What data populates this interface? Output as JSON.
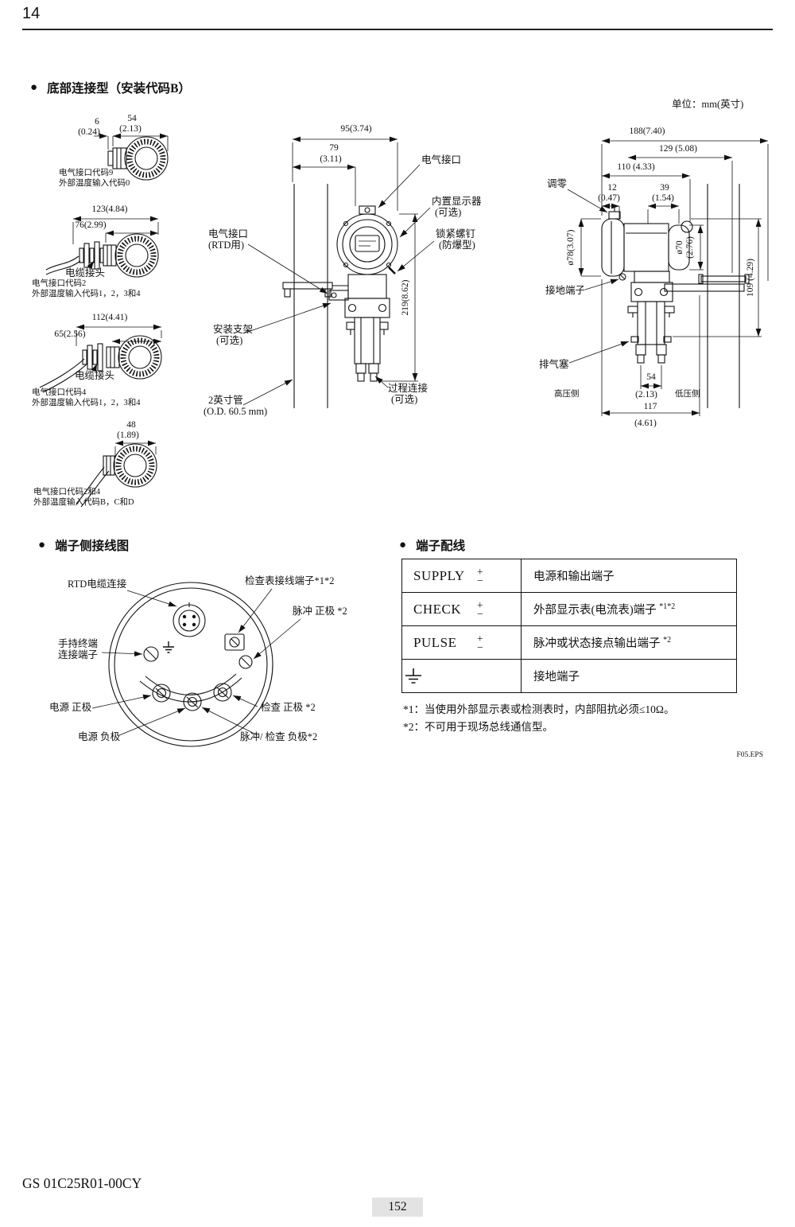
{
  "ui": {
    "bullet": "●"
  },
  "page": {
    "chapter": "14",
    "unit_note": "单位：mm(英寸)",
    "figure_ref": "F05.EPS",
    "doc_number": "GS 01C25R01-00CY",
    "page_number": "152"
  },
  "section_bottom_conn": {
    "title": "底部连接型（安装代码B）",
    "left_variants": [
      {
        "dim_width": "54",
        "dim_width_in": "(2.13)",
        "dim_offset": "6",
        "dim_offset_in": "(0.24)",
        "caption1": "电气接口代码9",
        "caption2": "外部温度输入代码0"
      },
      {
        "dim_width": "123(4.84)",
        "dim_inner": "76(2.99)",
        "gland_label": "电缆接头",
        "caption1": "电气接口代码2",
        "caption2": "外部温度输入代码1，2，3和4"
      },
      {
        "dim_width": "112(4.41)",
        "dim_inner": "65(2.56)",
        "gland_label": "电缆接头",
        "caption1": "电气接口代码4",
        "caption2": "外部温度输入代码1，2，3和4"
      },
      {
        "dim_width": "48",
        "dim_width_in": "(1.89)",
        "caption1": "电气接口代码2和4",
        "caption2": "外部温度输入代码B，C和D"
      }
    ],
    "front_view": {
      "dim_95": "95(3.74)",
      "dim_79": "79",
      "dim_79_in": "(3.11)",
      "dim_219": "219(8.62)",
      "lbl_conduit": "电气接口",
      "lbl_display": "内置显示器",
      "lbl_display2": "(可选)",
      "lbl_lock": "锁紧螺钉",
      "lbl_lock2": "(防爆型)",
      "lbl_rtd": "电气接口",
      "lbl_rtd2": "(RTD用)",
      "lbl_bracket": "安装支架",
      "lbl_bracket2": "(可选)",
      "lbl_pipe": "2英寸管",
      "lbl_pipe2": "(O.D. 60.5 mm)",
      "lbl_process": "过程连接",
      "lbl_process2": "(可选)"
    },
    "side_view": {
      "dim_188": "188(7.40)",
      "dim_129": "129 (5.08)",
      "dim_110": "110 (4.33)",
      "dim_12": "12",
      "dim_12_in": "(0.47)",
      "dim_39": "39",
      "dim_39_in": "(1.54)",
      "dim_d78": "ø78(3.07)",
      "dim_d70": "ø70",
      "dim_d70_in": "(2.76)",
      "dim_109": "109 (4.29)",
      "dim_54": "54",
      "dim_54_in": "(2.13)",
      "dim_117": "117",
      "dim_117_in": "(4.61)",
      "lbl_zero": "调零",
      "lbl_ground": "接地端子",
      "lbl_vent": "排气塞",
      "lbl_hp": "高压侧",
      "lbl_lp": "低压侧"
    }
  },
  "section_terminal_diagram": {
    "title": "端子侧接线图",
    "labels": {
      "rtd_cable": "RTD电缆连接",
      "check_meter": "检查表接线端子*1*2",
      "pulse_plus": "脉冲 正极 *2",
      "handheld1": "手持终端",
      "handheld2": "连接端子",
      "supply_plus": "电源 正极",
      "check_plus": "检查 正极 *2",
      "supply_minus": "电源 负极",
      "pulse_check_minus": "脉冲/ 检查 负极*2"
    }
  },
  "section_terminal_wiring": {
    "title": "端子配线",
    "rows": [
      {
        "term": "SUPPLY",
        "plus": "+",
        "minus": "−",
        "desc": "电源和输出端子"
      },
      {
        "term": "CHECK",
        "plus": "+",
        "minus": "−",
        "desc": "外部显示表(电流表)端子 ",
        "sup": "*1*2"
      },
      {
        "term": "PULSE",
        "plus": "+",
        "minus": "−",
        "desc": "脉冲或状态接点输出端子 ",
        "sup": "*2"
      },
      {
        "icon": "ground-icon",
        "desc": "接地端子"
      }
    ],
    "notes": [
      "*1：当使用外部显示表或检测表时，内部阻抗必须≤10Ω。",
      "*2：不可用于现场总线通信型。"
    ]
  }
}
